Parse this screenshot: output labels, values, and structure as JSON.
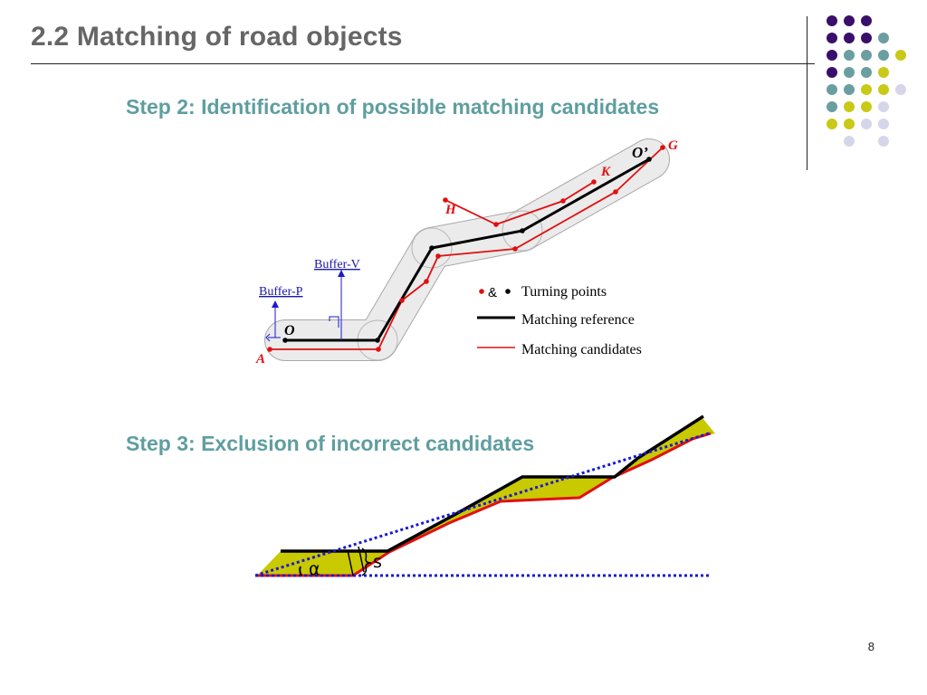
{
  "slide": {
    "title": "2.2 Matching of road objects",
    "page_number": "8"
  },
  "step2": {
    "heading": "Step 2: Identification of possible matching candidates",
    "labels": {
      "o_prime": "O’",
      "g": "G",
      "k": "K",
      "h": "H",
      "o": "O",
      "a": "A",
      "buffer_v": "Buffer-V",
      "buffer_p": "Buffer-P"
    },
    "legend": {
      "turning_amp": "&",
      "turning_points": "Turning points",
      "matching_reference": "Matching reference",
      "matching_candidates": "Matching candidates"
    }
  },
  "step3": {
    "heading": "Step 3: Exclusion of incorrect candidates",
    "alpha": "α",
    "s": "s"
  },
  "colors": {
    "title": "#666666",
    "heading": "#5f9ea0",
    "reference": "#000000",
    "candidate": "#e01010",
    "buffer": "#e6e6e6",
    "blue_label": "#1a1aa8",
    "fill": "#c9c900",
    "dotted": "#1a1ad0",
    "dot_purple": "#3a0f6b",
    "dot_teal": "#6b9ea0",
    "dot_yellow": "#c9c917",
    "dot_lavender": "#d6d6ea"
  }
}
